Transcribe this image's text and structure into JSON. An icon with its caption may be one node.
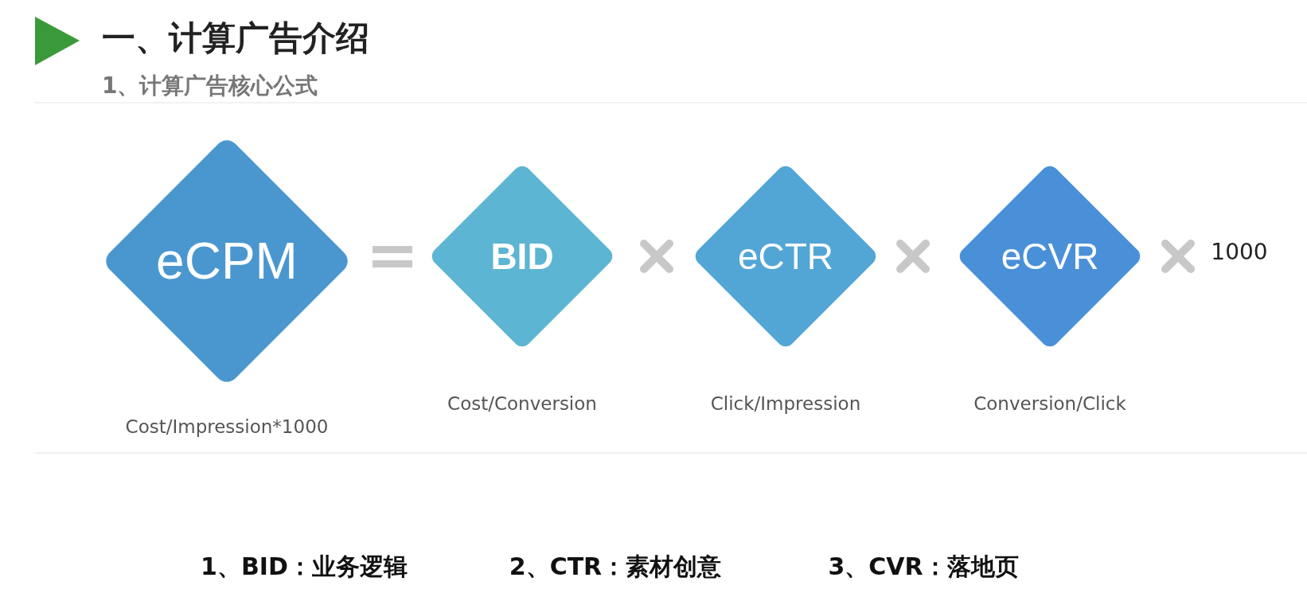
{
  "diagram": {
    "title": "一、计算广告介绍",
    "nodes": [
      {
        "text": [
          "eCPM"
        ],
        "beside": [
          "Cost/Impression*1000"
        ]
      },
      {
        "text": [
          "BID"
        ],
        "beside": [
          "Cost/Conversion"
        ]
      },
      {
        "text": [
          "eCTR"
        ],
        "beside": [
          "Click/Impression"
        ]
      },
      {
        "text": [
          "eCVR"
        ],
        "beside": [
          "Conversion/Click"
        ]
      }
    ],
    "labels": [
      "1、计算广告核心公式",
      "1000",
      "1、BID：业务逻辑",
      "2、CTR：素材创意",
      "3、CVR：落地页"
    ]
  }
}
